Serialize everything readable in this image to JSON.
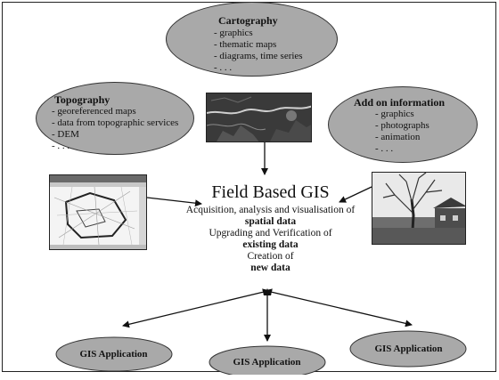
{
  "center": {
    "title": "Field Based GIS",
    "lines": [
      {
        "text": "Acquisition, analysis and visualisation of",
        "bold": false
      },
      {
        "text": "spatial data",
        "bold": true
      },
      {
        "text": "Upgrading and Verification of",
        "bold": false
      },
      {
        "text": "existing data",
        "bold": true
      },
      {
        "text": "Creation of",
        "bold": false
      },
      {
        "text": "new data",
        "bold": true
      }
    ]
  },
  "cartography": {
    "title": "Cartography",
    "items": [
      "- graphics",
      "- thematic maps",
      "- diagrams, time series",
      "- . . ."
    ]
  },
  "topography": {
    "title": "Topography",
    "items": [
      "- georeferenced maps",
      "- data from topographic services",
      "- DEM",
      "- . . ."
    ]
  },
  "addon": {
    "title": "Add on information",
    "items": [
      "- graphics",
      "- photographs",
      "- animation",
      "- . . ."
    ]
  },
  "applications": {
    "left": "GIS Application",
    "center": "GIS Application",
    "right": "GIS Application"
  },
  "colors": {
    "ellipse_fill": "#a9a9a9",
    "stroke": "#222222",
    "background": "#ffffff"
  }
}
